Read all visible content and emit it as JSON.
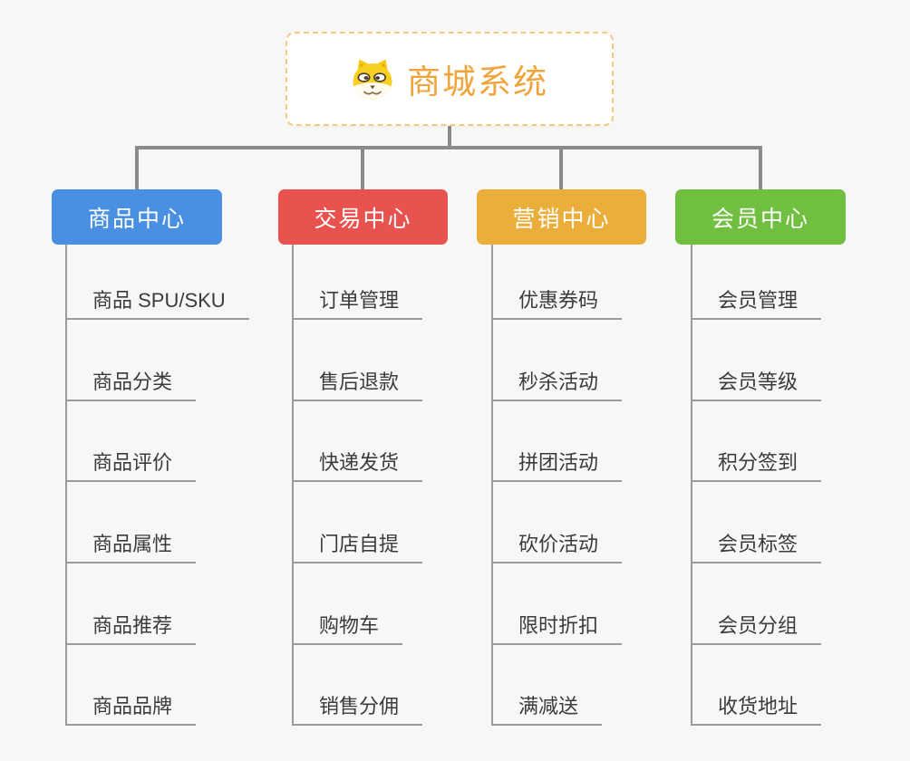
{
  "page": {
    "background_color": "#f7f7f7",
    "connector_color": "#8a8a8a",
    "leaf_line_color": "#9b9b9b"
  },
  "root": {
    "title": "商城系统",
    "icon": "dog-face-icon",
    "text_color": "#f0a43c",
    "border_color": "#f5c981"
  },
  "branches": [
    {
      "label": "商品中心",
      "color": "#4a90e2",
      "items": [
        "商品 SPU/SKU",
        "商品分类",
        "商品评价",
        "商品属性",
        "商品推荐",
        "商品品牌"
      ]
    },
    {
      "label": "交易中心",
      "color": "#e9534f",
      "items": [
        "订单管理",
        "售后退款",
        "快递发货",
        "门店自提",
        "购物车",
        "销售分佣"
      ]
    },
    {
      "label": "营销中心",
      "color": "#ecae3b",
      "items": [
        "优惠券码",
        "秒杀活动",
        "拼团活动",
        "砍价活动",
        "限时折扣",
        "满减送"
      ]
    },
    {
      "label": "会员中心",
      "color": "#70bf41",
      "items": [
        "会员管理",
        "会员等级",
        "积分签到",
        "会员标签",
        "会员分组",
        "收货地址"
      ]
    }
  ]
}
